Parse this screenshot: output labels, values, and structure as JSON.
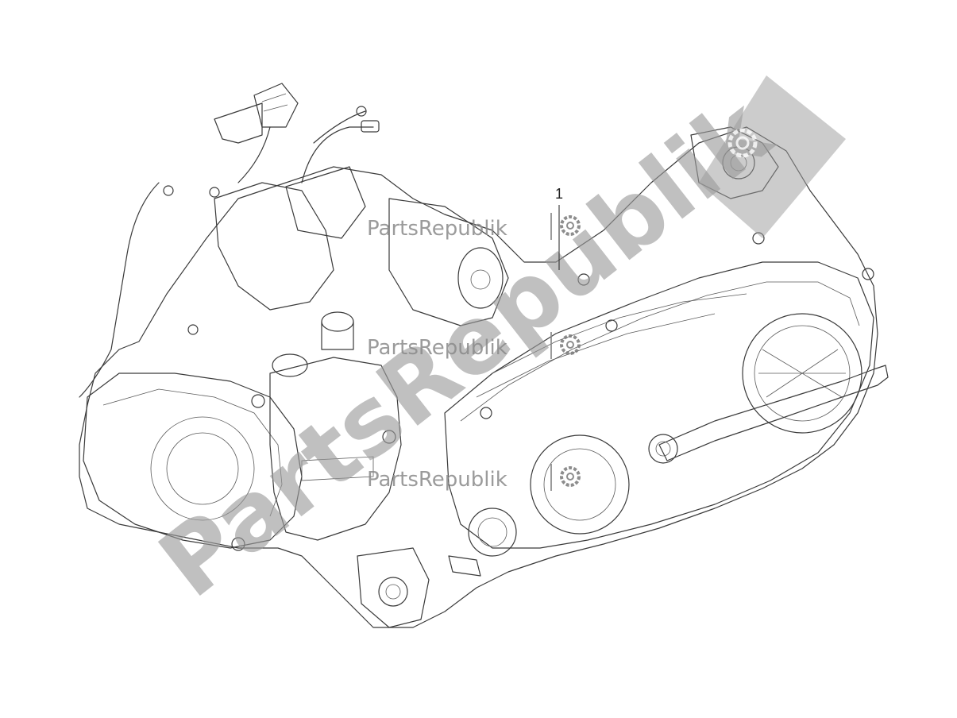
{
  "diagram": {
    "callouts": [
      {
        "label": "1"
      }
    ],
    "watermarks": [
      {
        "text": "PartsRepublik"
      },
      {
        "text": "PartsRepublik"
      },
      {
        "text": "PartsRepublik"
      },
      {
        "text": "PartsRepublik"
      }
    ],
    "colors": {
      "line": "#3a3a3a",
      "watermark": "#9a9a9a",
      "background": "#ffffff"
    },
    "icons": [
      "gear-icon",
      "gear-icon",
      "gear-icon",
      "gear-icon"
    ]
  }
}
